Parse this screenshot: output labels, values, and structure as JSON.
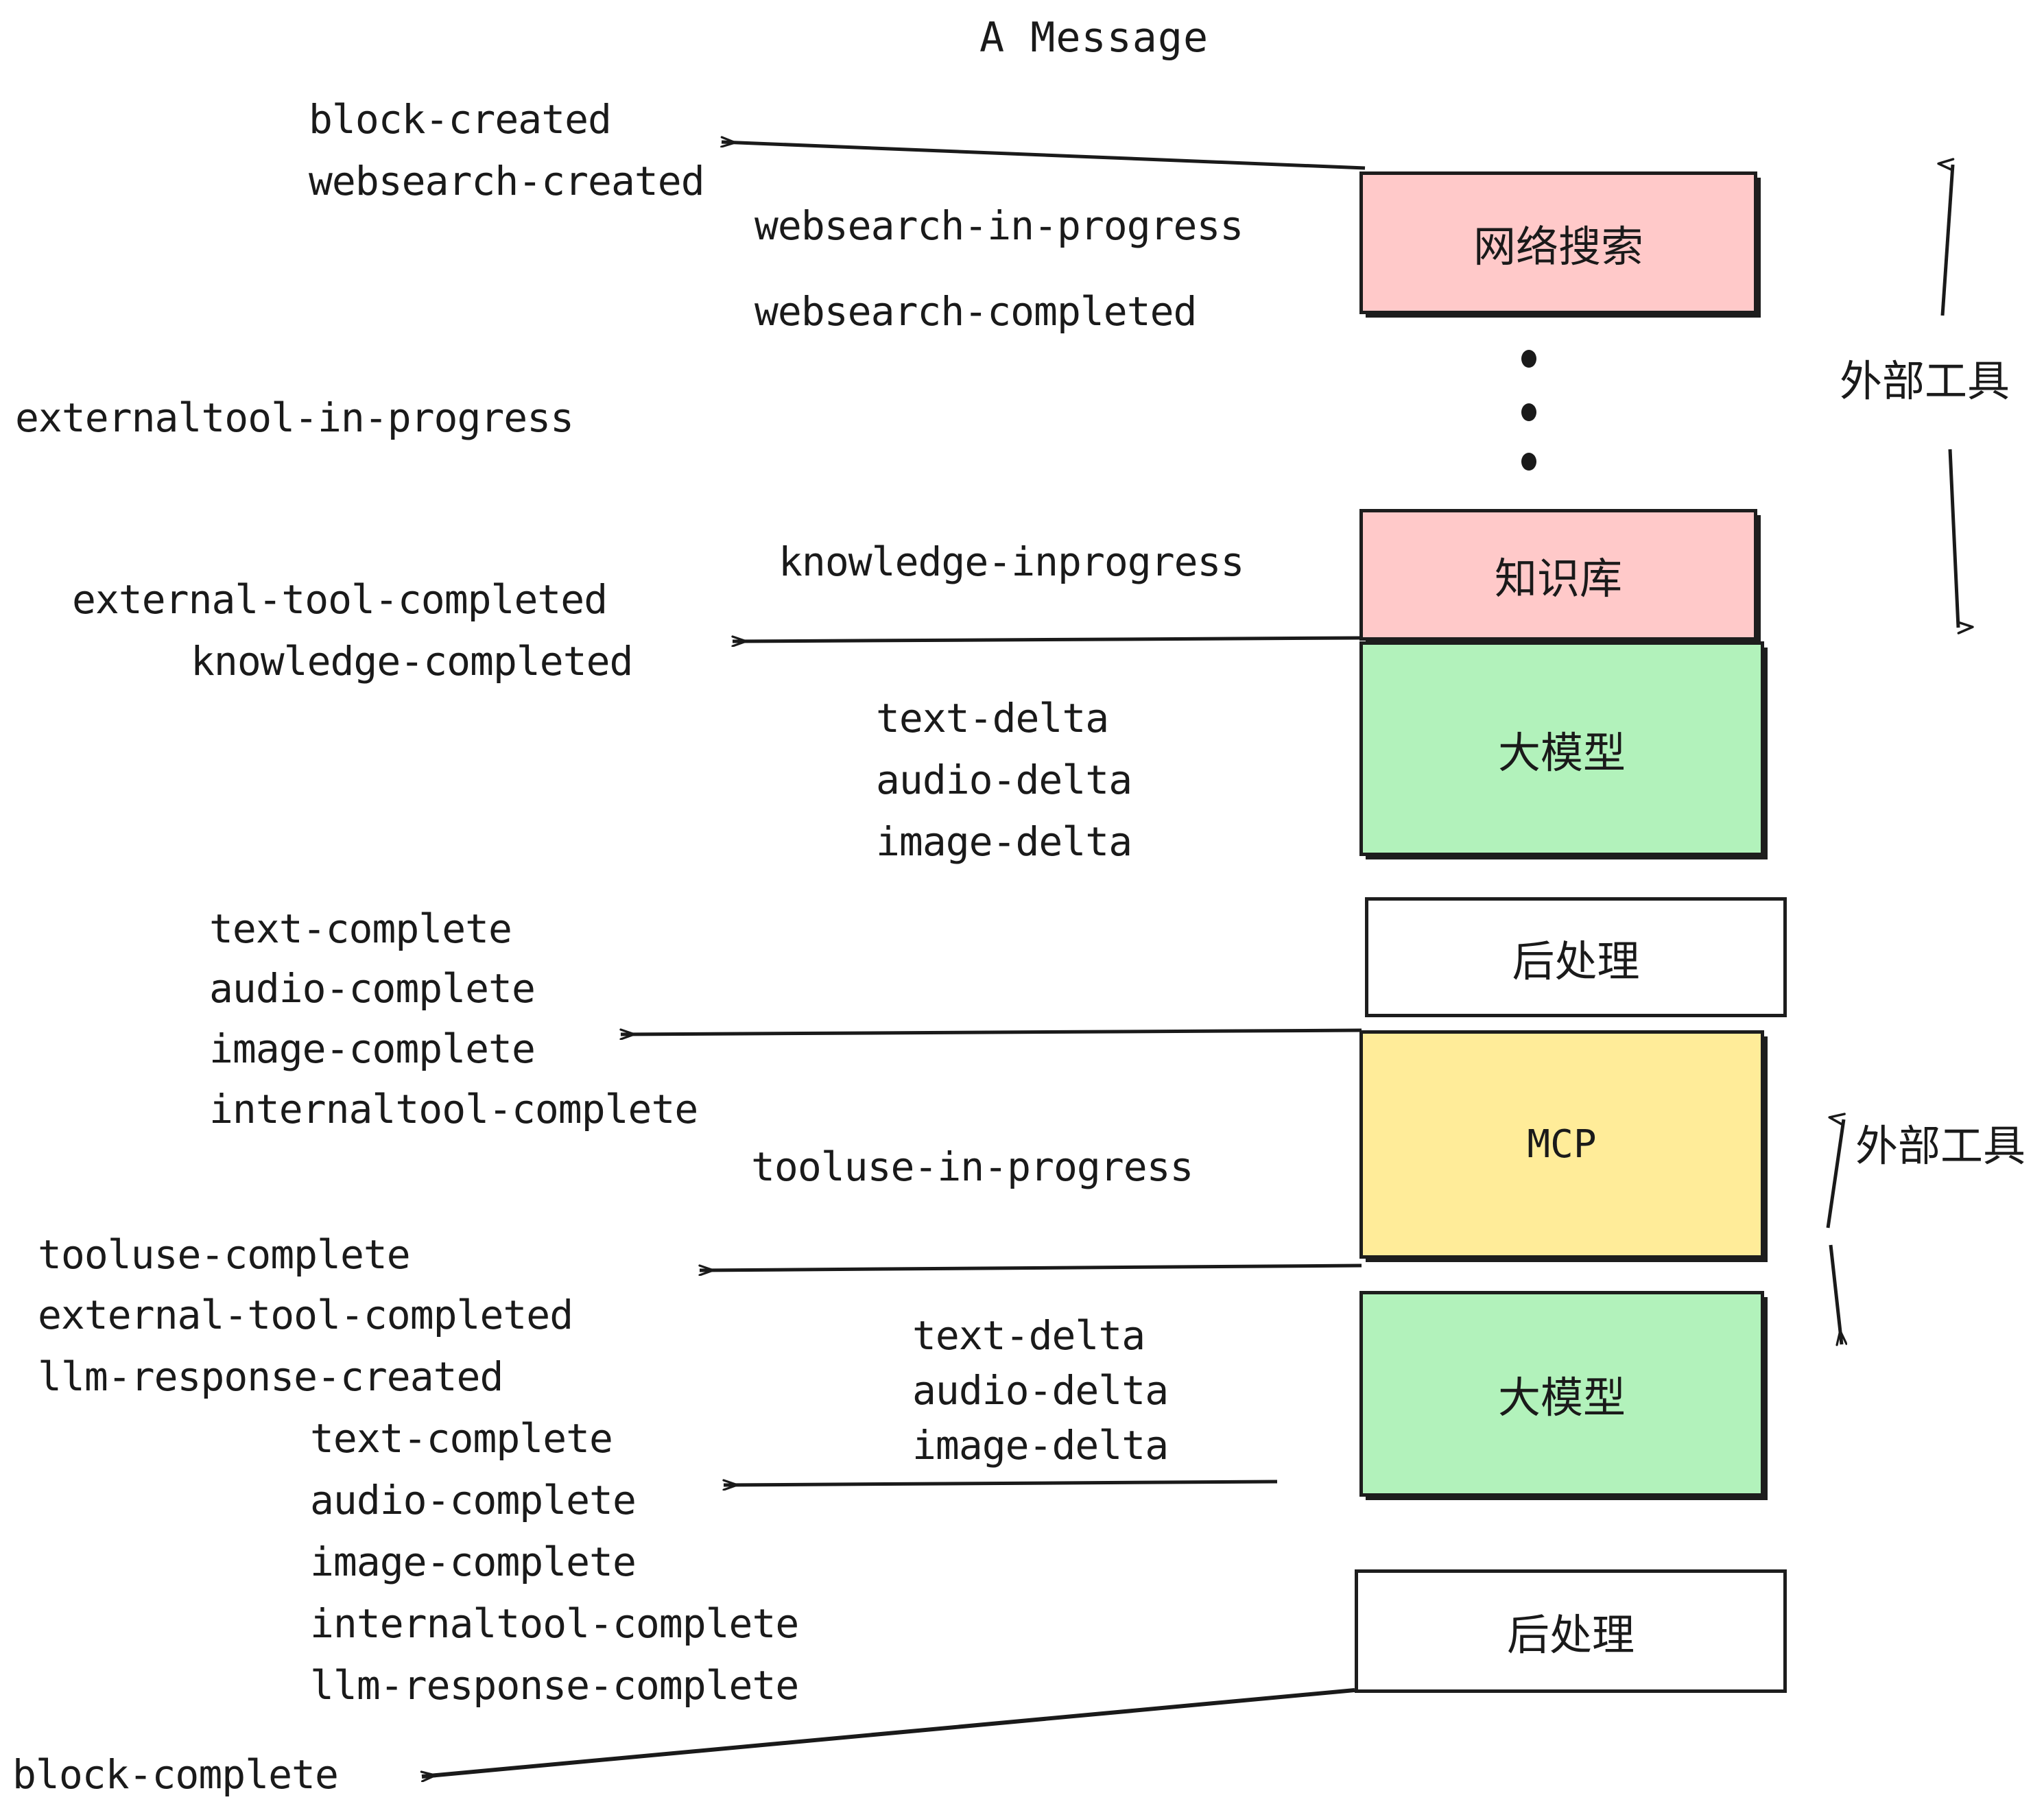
{
  "title": "A Message",
  "colors": {
    "pink": "#ffc9c9",
    "green": "#b2f2bb",
    "yellow": "#ffec99",
    "white": "#ffffff",
    "stroke": "#1d1d1d",
    "text": "#1a1a1a"
  },
  "nodes": [
    {
      "id": "websearch",
      "label": "网络搜索",
      "fill": "#ffc9c9"
    },
    {
      "id": "knowledge",
      "label": "知识库",
      "fill": "#ffc9c9"
    },
    {
      "id": "llm-1",
      "label": "大模型",
      "fill": "#b2f2bb"
    },
    {
      "id": "postprocess-1",
      "label": "后处理",
      "fill": "#ffffff"
    },
    {
      "id": "mcp",
      "label": "MCP",
      "fill": "#ffec99"
    },
    {
      "id": "llm-2",
      "label": "大模型",
      "fill": "#b2f2bb"
    },
    {
      "id": "postprocess-2",
      "label": "后处理",
      "fill": "#ffffff"
    }
  ],
  "group_labels": [
    {
      "id": "external-tool-top",
      "label": "外部工具"
    },
    {
      "id": "external-tool-bottom",
      "label": "外部工具"
    }
  ],
  "events": [
    {
      "id": "block-created",
      "label": "block-created"
    },
    {
      "id": "websearch-created",
      "label": "websearch-created"
    },
    {
      "id": "websearch-in-progress",
      "label": "websearch-in-progress"
    },
    {
      "id": "websearch-completed",
      "label": "websearch-completed"
    },
    {
      "id": "externaltool-in-progress",
      "label": "externaltool-in-progress"
    },
    {
      "id": "knowledge-inprogress",
      "label": "knowledge-inprogress"
    },
    {
      "id": "external-tool-completed-1",
      "label": "external-tool-completed"
    },
    {
      "id": "knowledge-completed",
      "label": "knowledge-completed"
    },
    {
      "id": "text-delta-1",
      "label": "text-delta"
    },
    {
      "id": "audio-delta-1",
      "label": "audio-delta"
    },
    {
      "id": "image-delta-1",
      "label": "image-delta"
    },
    {
      "id": "text-complete-1",
      "label": "text-complete"
    },
    {
      "id": "audio-complete-1",
      "label": "audio-complete"
    },
    {
      "id": "image-complete-1",
      "label": "image-complete"
    },
    {
      "id": "internaltool-complete-1",
      "label": "internaltool-complete"
    },
    {
      "id": "tooluse-in-progress",
      "label": "tooluse-in-progress"
    },
    {
      "id": "tooluse-complete",
      "label": "tooluse-complete"
    },
    {
      "id": "external-tool-completed-2",
      "label": "external-tool-completed"
    },
    {
      "id": "llm-response-created",
      "label": "llm-response-created"
    },
    {
      "id": "text-delta-2",
      "label": "text-delta"
    },
    {
      "id": "audio-delta-2",
      "label": "audio-delta"
    },
    {
      "id": "image-delta-2",
      "label": "image-delta"
    },
    {
      "id": "text-complete-2",
      "label": "text-complete"
    },
    {
      "id": "audio-complete-2",
      "label": "audio-complete"
    },
    {
      "id": "image-complete-2",
      "label": "image-complete"
    },
    {
      "id": "internaltool-complete-2",
      "label": "internaltool-complete"
    },
    {
      "id": "llm-response-complete",
      "label": "llm-response-complete"
    },
    {
      "id": "block-complete",
      "label": "block-complete"
    }
  ]
}
